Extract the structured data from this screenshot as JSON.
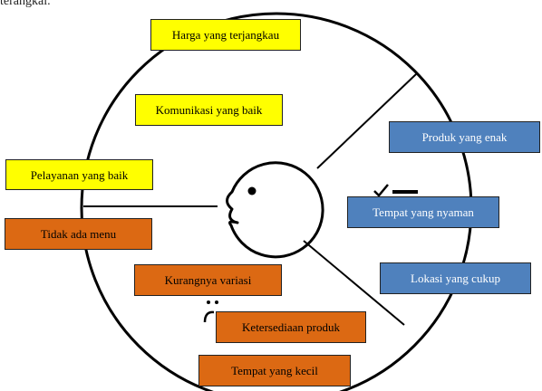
{
  "header_fragment": "terangkai.",
  "diagram": {
    "positive_factors": [
      "Harga yang terjangkau",
      "Komunikasi yang baik",
      "Pelayanan yang baik"
    ],
    "improvement_factors": [
      "Produk yang enak",
      "Tempat yang nyaman",
      "Lokasi yang cukup"
    ],
    "negative_factors": [
      "Tidak ada menu",
      "Kurangnya variasi",
      "Ketersediaan produk",
      "Tempat yang kecil"
    ],
    "colors": {
      "positive": "#ffff00",
      "improvement": "#4f81bd",
      "negative": "#dc6913",
      "outline": "#000000"
    },
    "icons": [
      "smiling-face-icon",
      "check-mark-icon",
      "sad-face-icon"
    ]
  }
}
